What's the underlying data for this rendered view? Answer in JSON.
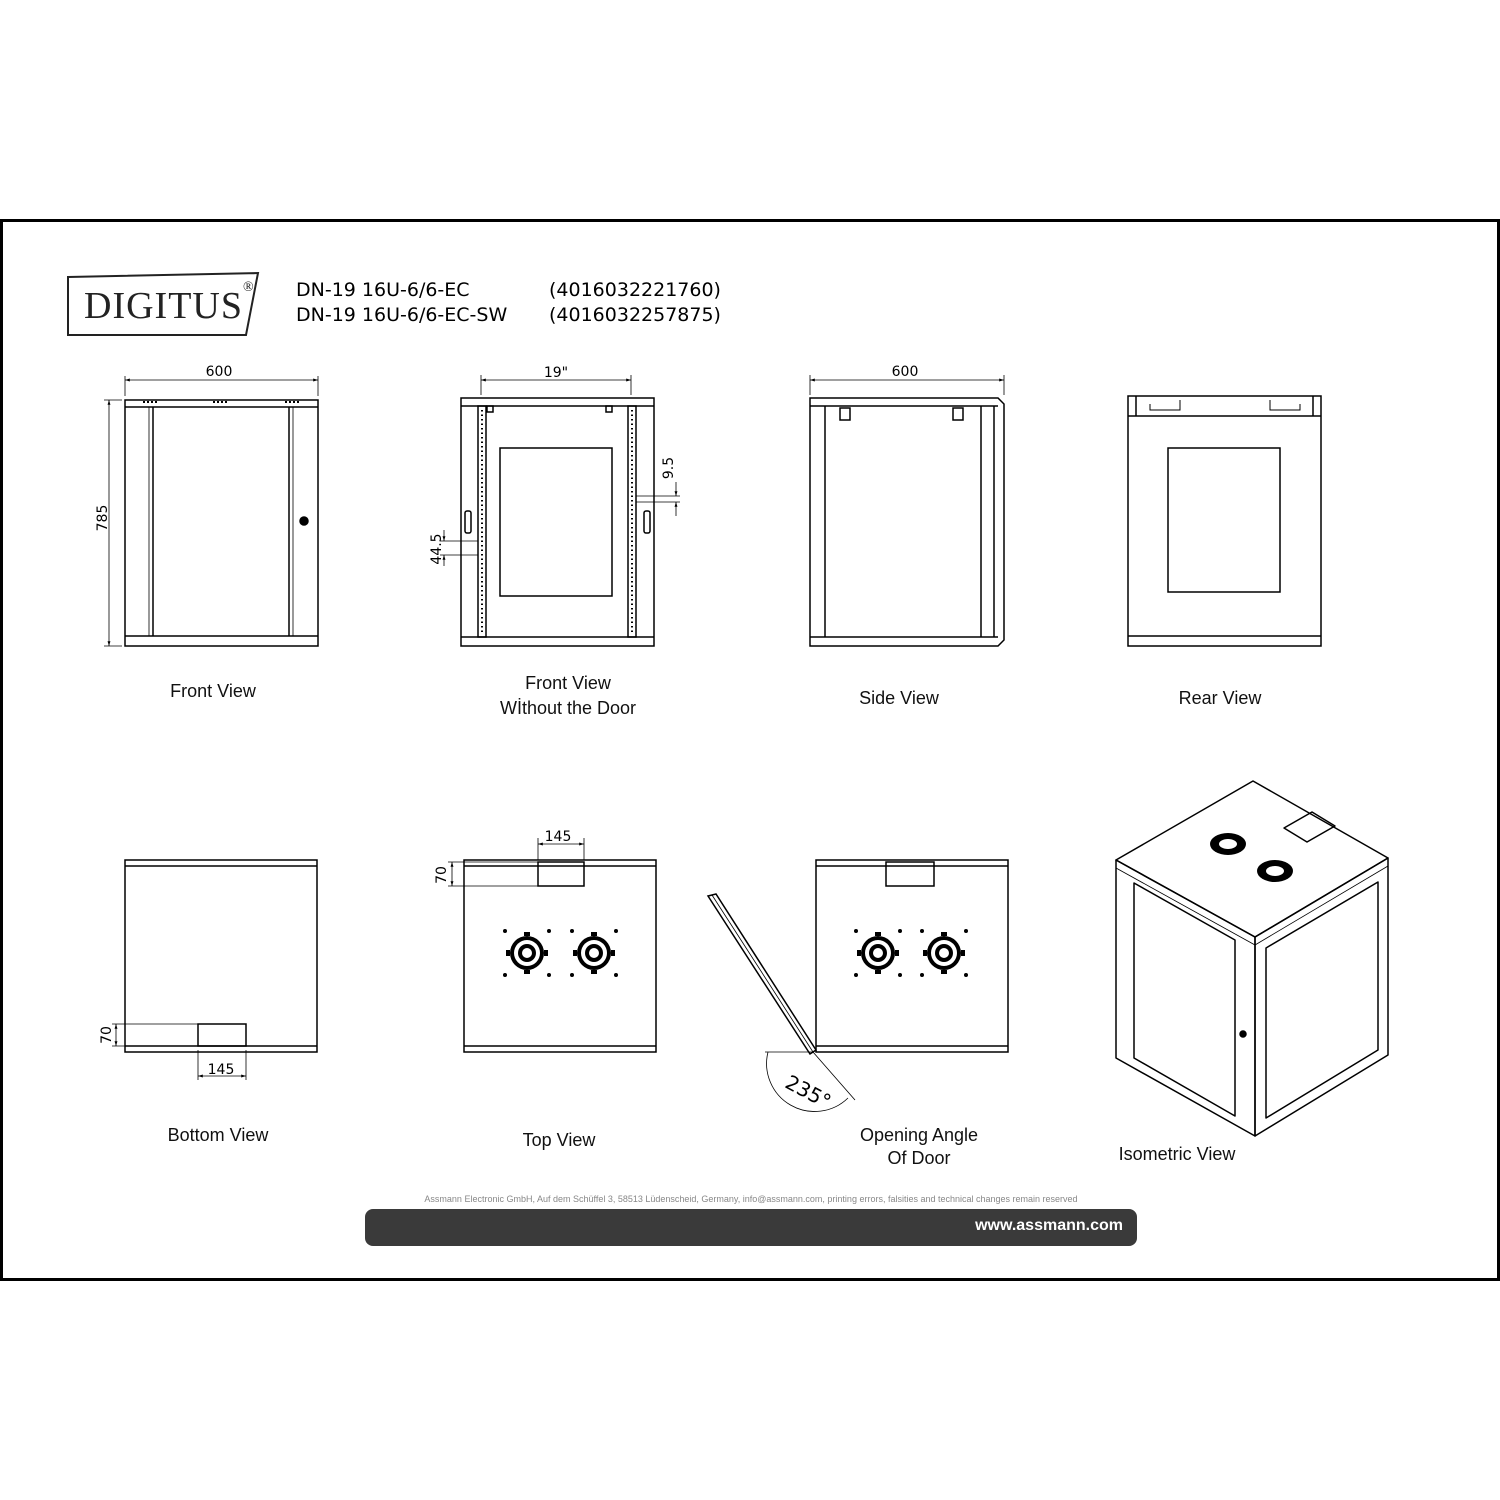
{
  "brand": {
    "logo_text": "DIGITUS",
    "logo_mark": "®"
  },
  "models": [
    {
      "name": "DN-19 16U-6/6-EC",
      "ean": "(4016032221760)"
    },
    {
      "name": "DN-19 16U-6/6-EC-SW",
      "ean": "(4016032257875)"
    }
  ],
  "views": {
    "front": {
      "caption": "Front View",
      "width": "600",
      "height": "785"
    },
    "front_no_door": {
      "caption_line1": "Front View",
      "caption_line2": "Wİthout the Door",
      "rack_width": "19\"",
      "hole_pitch": "44.5",
      "hole_size": "9.5"
    },
    "side": {
      "caption": "Side View",
      "depth": "600"
    },
    "rear": {
      "caption": "Rear View"
    },
    "bottom": {
      "caption": "Bottom View",
      "cutout_height": "70",
      "cutout_width": "145"
    },
    "top": {
      "caption": "Top View",
      "cutout_width": "145",
      "cutout_height": "70"
    },
    "opening": {
      "caption_line1": "Opening Angle",
      "caption_line2": "Of Door",
      "angle": "235°"
    },
    "isometric": {
      "caption": "Isometric View"
    }
  },
  "footer": {
    "address": "Assmann Electronic GmbH, Auf dem Schüffel 3, 58513 Lüdenscheid, Germany, info@assmann.com, printing errors, falsities and technical changes remain reserved",
    "url": "www.assmann.com"
  },
  "colors": {
    "line": "#000000",
    "footer_bar": "#3a3a3a"
  }
}
